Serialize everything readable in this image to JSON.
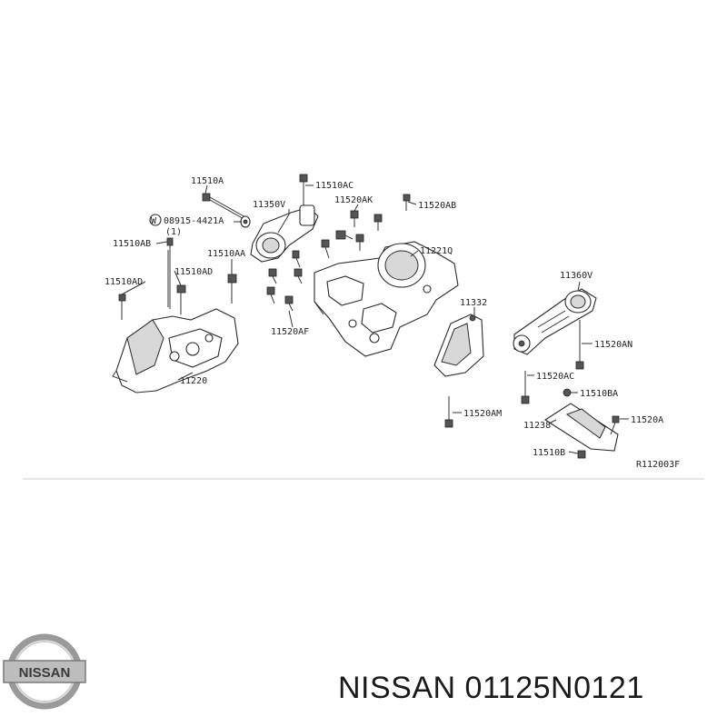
{
  "parts": {
    "p11510A": "11510A",
    "p11510AC": "11510AC",
    "p11520AK": "11520AK",
    "p11520AB": "11520AB",
    "p11350V": "11350V",
    "p08915": "08915-4421A",
    "p08915_qty": "(1)",
    "p08915_prefix": "W",
    "p11510AB": "11510AB",
    "p11510AA": "11510AA",
    "p11510AD_left": "11510AD",
    "p11510AD_mid": "11510AD",
    "p11220": "11220",
    "p11221Q": "11221Q",
    "p11520AF": "11520AF",
    "p11332": "11332",
    "p11360V": "11360V",
    "p11520AN": "11520AN",
    "p11520AC": "11520AC",
    "p11520AM": "11520AM",
    "p11510BA": "11510BA",
    "p11520A": "11520A",
    "p11238": "11238",
    "p11510B": "11510B",
    "ref": "R112003F"
  },
  "logo": {
    "text": "NISSAN"
  },
  "footer": {
    "text": "NISSAN 01125N0121"
  }
}
